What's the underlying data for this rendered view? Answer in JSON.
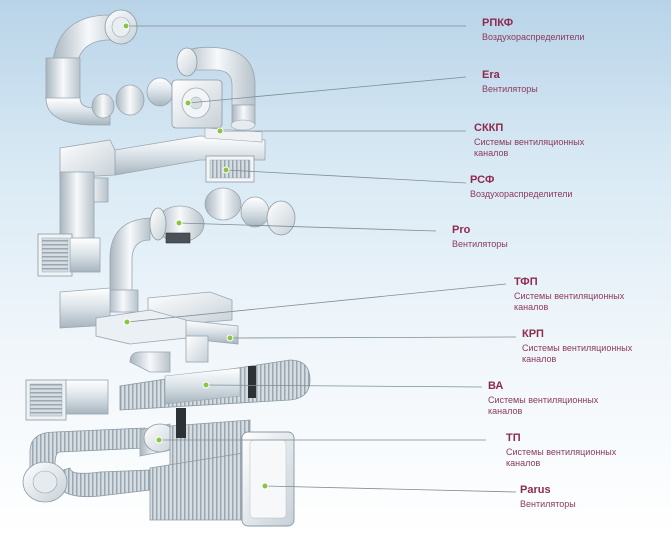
{
  "callouts": [
    {
      "id": "rpkf",
      "title": "РПКФ",
      "desc": "Воздухораспределители"
    },
    {
      "id": "era",
      "title": "Era",
      "desc": "Вентиляторы"
    },
    {
      "id": "skkp",
      "title": "СККП",
      "desc": "Системы вентиляционных каналов"
    },
    {
      "id": "rsf",
      "title": "РСФ",
      "desc": "Воздухораспределители"
    },
    {
      "id": "pro",
      "title": "Pro",
      "desc": "Вентиляторы"
    },
    {
      "id": "tfp",
      "title": "ТФП",
      "desc": "Системы вентиляционных каналов"
    },
    {
      "id": "krp",
      "title": "КРП",
      "desc": "Системы вентиляционных каналов"
    },
    {
      "id": "va",
      "title": "ВА",
      "desc": "Системы вентиляционных каналов"
    },
    {
      "id": "tp",
      "title": "ТП",
      "desc": "Системы вентиляционных каналов"
    },
    {
      "id": "parus",
      "title": "Parus",
      "desc": "Вентиляторы"
    }
  ],
  "colors": {
    "label_title": "#8d2b4f",
    "label_desc": "#8a3a5d",
    "leader_line": "#7f8d95",
    "marker": "#8ac53f",
    "duct_light": "#f3f6f8",
    "duct_mid": "#cfd8de",
    "duct_dark": "#a4b0b8"
  }
}
